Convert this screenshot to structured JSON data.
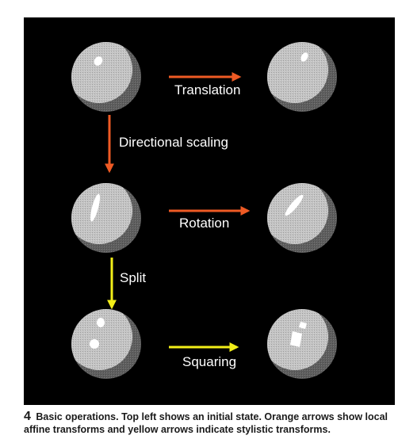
{
  "figure": {
    "number": "4",
    "caption": "Basic operations. Top left shows an initial state. Orange arrows show local affine transforms and yellow arrows indicate stylistic transforms."
  },
  "operations": {
    "translation": {
      "label": "Translation",
      "kind": "local affine transform"
    },
    "directional_scaling": {
      "label": "Directional scaling",
      "kind": "local affine transform"
    },
    "rotation": {
      "label": "Rotation",
      "kind": "local affine transform"
    },
    "split": {
      "label": "Split",
      "kind": "stylistic transform"
    },
    "squaring": {
      "label": "Squaring",
      "kind": "stylistic transform"
    }
  },
  "colors": {
    "background": "#000000",
    "orange_arrow": "#ee5a24",
    "yellow_arrow": "#f2ee18",
    "sphere_light": "#c9c9c9",
    "sphere_shadow": "#6b6b6b",
    "highlight": "#ffffff"
  }
}
